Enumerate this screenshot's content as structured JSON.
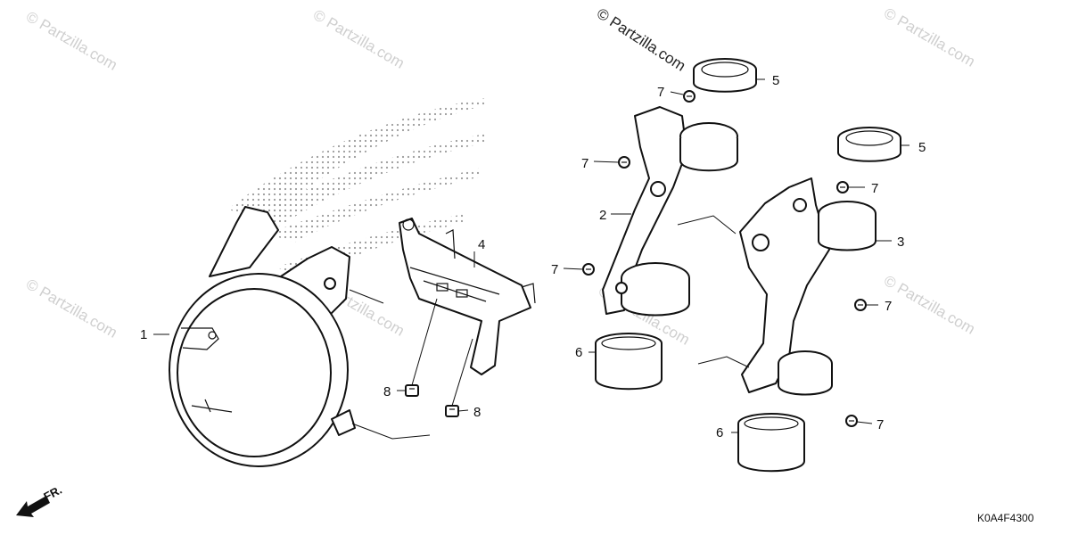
{
  "diagram": {
    "watermark_text": "© Partzilla.com",
    "copyright_text": "© Partzilla.com",
    "diagram_code": "K0A4F4300",
    "front_arrow_label": "FR.",
    "callouts": {
      "c1": "1",
      "c2": "2",
      "c3": "3",
      "c4": "4",
      "c5a": "5",
      "c5b": "5",
      "c6a": "6",
      "c6b": "6",
      "c7a": "7",
      "c7b": "7",
      "c7c": "7",
      "c7d": "7",
      "c7e": "7",
      "c7f": "7",
      "c8a": "8",
      "c8b": "8"
    }
  }
}
